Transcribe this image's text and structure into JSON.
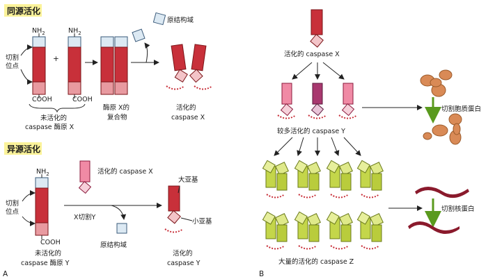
{
  "panel_a": {
    "homo_title": "同源活化",
    "nh2": "NH",
    "nh2_sub": "2",
    "plus": "+",
    "cut_site_1": "切割",
    "cut_site_2": "位点",
    "cooh": "COOH",
    "inactive_1": "未活化的",
    "inactive_2": "caspase 酶原 X",
    "complex_1": "酶原 X的",
    "complex_2": "复合物",
    "prodomain": "原结构域",
    "active_1": "活化的",
    "active_2": "caspase  X",
    "hetero_title": "异源活化",
    "active_x_label": "活化的 caspase X",
    "x_cuts_y": "X切割Y",
    "large_subunit": "大亚基",
    "small_subunit": "小亚基",
    "inactive_y_1": "未活化的",
    "inactive_y_2": "caspase 酶原 Y",
    "prodomain2": "原结构域",
    "active_y_1": "活化的",
    "active_y_2": "caspase Y",
    "panel_letter": "A"
  },
  "panel_b": {
    "active_x": "活化的 caspase X",
    "more_y": "较多活化的 caspase Y",
    "cleave_cyto": "切割胞质蛋白",
    "cleave_nuc": "切割核蛋白",
    "lots_z": "大量的活化的 caspase Z",
    "panel_letter": "B"
  },
  "colors": {
    "title_bg": "#fbf39a",
    "red": "#c8303a",
    "pink_box": "#f3c4c8",
    "blue": "#dce9f3",
    "magenta": "#a8386f",
    "green": "#c4d64a",
    "orange": "#d98a56",
    "dark_red": "#8a1a2c"
  }
}
